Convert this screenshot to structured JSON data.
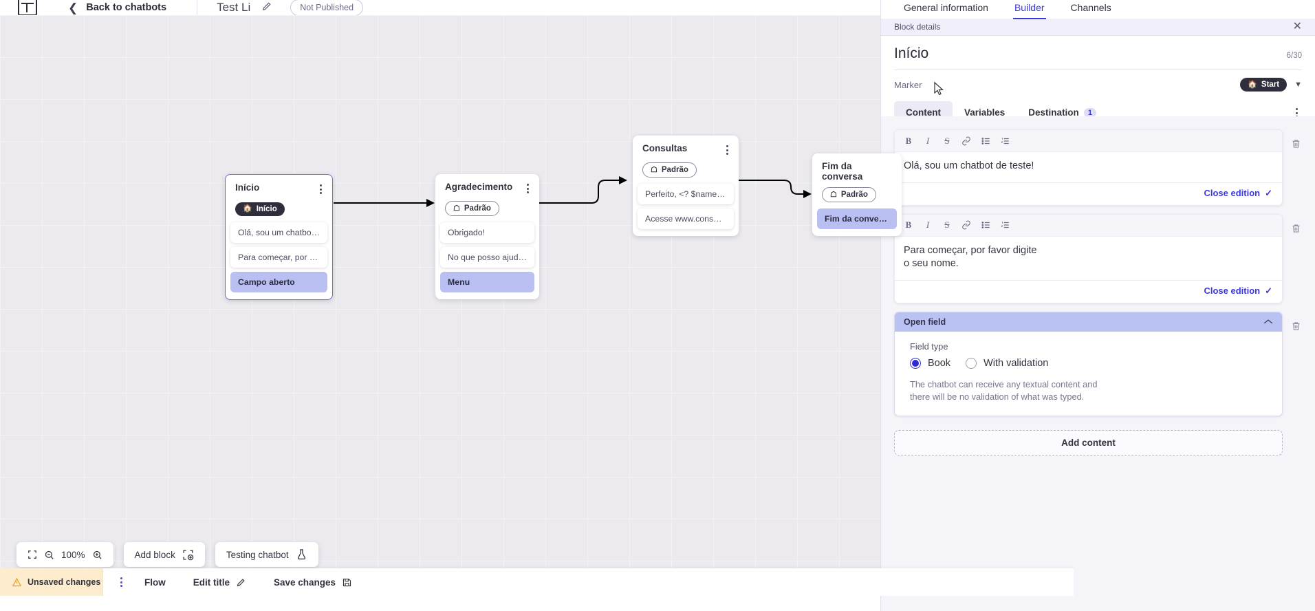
{
  "topbar": {
    "logo_icon": "app-logo-icon",
    "back_chevron_icon": "chevron-left-icon",
    "back_label": "Back to chatbots",
    "bot_title": "Test Li",
    "edit_icon": "pencil-icon",
    "publish_status": "Not Published"
  },
  "canvas": {
    "blocks": [
      {
        "id": "inicio",
        "title": "Início",
        "tag": {
          "label": "Início",
          "icon": "home-icon",
          "style": "start"
        },
        "selected": true,
        "messages": [
          {
            "text": "Olá, sou um chatbot de teste!",
            "highlight": false
          },
          {
            "text": "Para começar, por favor digite o ...",
            "highlight": false
          },
          {
            "text": "Campo aberto",
            "highlight": true
          }
        ]
      },
      {
        "id": "agradecimento",
        "title": "Agradecimento",
        "tag": {
          "label": "Padrão",
          "icon": "tag-icon",
          "style": "padrao"
        },
        "selected": false,
        "messages": [
          {
            "text": "Obrigado!",
            "highlight": false
          },
          {
            "text": "No que posso ajudar, <? $name ...",
            "highlight": false
          },
          {
            "text": "Menu",
            "highlight": true
          }
        ]
      },
      {
        "id": "consultas",
        "title": "Consultas",
        "tag": {
          "label": "Padrão",
          "icon": "tag-icon",
          "style": "padrao"
        },
        "selected": false,
        "messages": [
          {
            "text": "Perfeito, <? $name ?>!",
            "highlight": false
          },
          {
            "text": "Acesse www.consultas.com par...",
            "highlight": false
          }
        ]
      },
      {
        "id": "fim-da-conversa",
        "title": "Fim da conversa",
        "tag": {
          "label": "Padrão",
          "icon": "tag-icon",
          "style": "padrao"
        },
        "selected": false,
        "messages": [
          {
            "text": "Fim da conversa",
            "highlight": true
          }
        ]
      }
    ]
  },
  "floatbar": {
    "fit_icon": "fit-screen-icon",
    "zoom_out_icon": "zoom-out-icon",
    "zoom_level": "100%",
    "zoom_in_icon": "zoom-in-icon",
    "add_block_label": "Add block",
    "add_block_icon": "add-block-icon",
    "testing_label": "Testing chatbot",
    "testing_icon": "flask-icon"
  },
  "footer": {
    "warning_icon": "warning-triangle-icon",
    "warning_label": "Unsaved changes",
    "kebab_icon": "more-vertical-icon",
    "flow_label": "Flow",
    "edit_title_label": "Edit title",
    "edit_title_icon": "pencil-icon",
    "save_label": "Save changes",
    "save_icon": "save-disk-icon"
  },
  "panel": {
    "tabs": [
      {
        "label": "General information",
        "active": false
      },
      {
        "label": "Builder",
        "active": true
      },
      {
        "label": "Channels",
        "active": false
      }
    ],
    "block_details_label": "Block details",
    "close_icon": "close-icon",
    "title": "Início",
    "char_count": "6/30",
    "marker_label": "Marker",
    "marker_value": "Start",
    "marker_icon": "home-icon",
    "marker_chevron_icon": "chevron-down-icon",
    "content_tabs": [
      {
        "label": "Content",
        "active": true,
        "badge": ""
      },
      {
        "label": "Variables",
        "active": false,
        "badge": ""
      },
      {
        "label": "Destination",
        "active": false,
        "badge": "1"
      }
    ],
    "more_icon": "more-vertical-icon",
    "editor_toolbar": [
      {
        "icon": "bold-icon",
        "glyph": "B"
      },
      {
        "icon": "italic-icon",
        "glyph": "I"
      },
      {
        "icon": "strikethrough-icon",
        "glyph": "S"
      },
      {
        "icon": "link-icon",
        "glyph": "&"
      },
      {
        "icon": "bullet-list-icon",
        "glyph": "☰"
      },
      {
        "icon": "numbered-list-icon",
        "glyph": "☰"
      }
    ],
    "editors": [
      {
        "text": "Olá, sou um chatbot de teste!",
        "close_label": "Close edition",
        "check_icon": "check-icon",
        "delete_icon": "trash-icon"
      },
      {
        "text": "Para começar, por favor digite o seu nome.",
        "close_label": "Close edition",
        "check_icon": "check-icon",
        "delete_icon": "trash-icon"
      }
    ],
    "open_field": {
      "header": "Open field",
      "collapse_icon": "chevron-up-icon",
      "delete_icon": "trash-icon",
      "field_type_label": "Field type",
      "options": [
        {
          "label": "Book",
          "selected": true
        },
        {
          "label": "With validation",
          "selected": false
        }
      ],
      "description": "The chatbot can receive any textual content and there will be no validation of what was typed."
    },
    "add_content_label": "Add content"
  },
  "colors": {
    "accent": "#3b38e0",
    "highlight": "#b9bff0",
    "openfield_header": "#b9c2f2",
    "warning_bg": "#fdeccd",
    "canvas_bg": "#eceaee"
  }
}
